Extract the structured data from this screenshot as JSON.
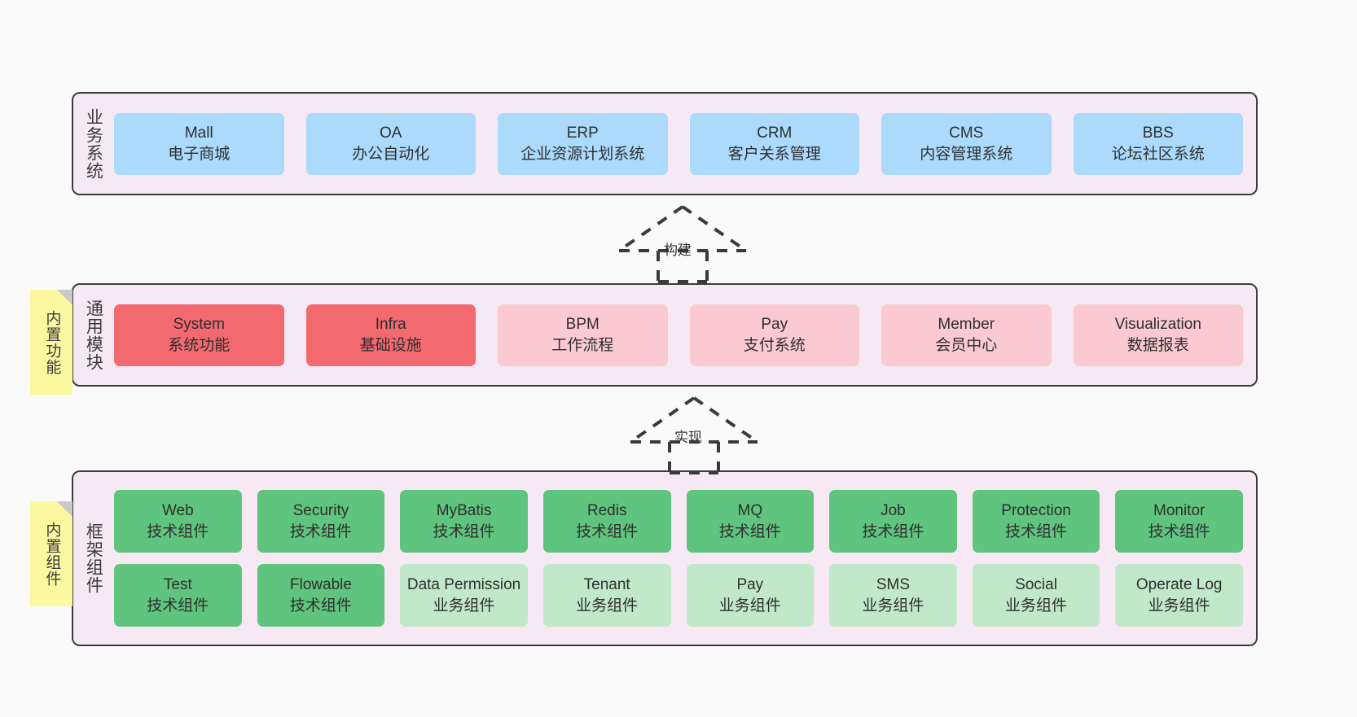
{
  "diagram": {
    "title": "",
    "colors": {
      "panel_bg": "#f7e9f3",
      "panel_border": "#3c3c3c",
      "business": "#abdafc",
      "common_active": "#f2696f",
      "common_inactive": "#fbc9d1",
      "framework_tech": "#5fc47e",
      "framework_biz": "#c0e8c9",
      "note": "#fbf8a0",
      "note_fold": "#c9c9c9",
      "background": "#fafafa"
    }
  },
  "layers": [
    {
      "id": "business",
      "title": "业务系统",
      "rows": [
        {
          "cards": [
            {
              "en": "Mall",
              "cn": "电子商城",
              "style": "c-blue"
            },
            {
              "en": "OA",
              "cn": "办公自动化",
              "style": "c-blue"
            },
            {
              "en": "ERP",
              "cn": "企业资源计划系统",
              "style": "c-blue"
            },
            {
              "en": "CRM",
              "cn": "客户关系管理",
              "style": "c-blue"
            },
            {
              "en": "CMS",
              "cn": "内容管理系统",
              "style": "c-blue"
            },
            {
              "en": "BBS",
              "cn": "论坛社区系统",
              "style": "c-blue"
            }
          ]
        }
      ]
    },
    {
      "id": "common",
      "title": "通用模块",
      "rows": [
        {
          "cards": [
            {
              "en": "System",
              "cn": "系统功能",
              "style": "c-red"
            },
            {
              "en": "Infra",
              "cn": "基础设施",
              "style": "c-red"
            },
            {
              "en": "BPM",
              "cn": "工作流程",
              "style": "c-pink"
            },
            {
              "en": "Pay",
              "cn": "支付系统",
              "style": "c-pink"
            },
            {
              "en": "Member",
              "cn": "会员中心",
              "style": "c-pink"
            },
            {
              "en": "Visualization",
              "cn": "数据报表",
              "style": "c-pink"
            }
          ]
        }
      ]
    },
    {
      "id": "framework",
      "title": "框架组件",
      "rows": [
        {
          "cards": [
            {
              "en": "Web",
              "cn": "技术组件",
              "style": "c-green"
            },
            {
              "en": "Security",
              "cn": "技术组件",
              "style": "c-green"
            },
            {
              "en": "MyBatis",
              "cn": "技术组件",
              "style": "c-green"
            },
            {
              "en": "Redis",
              "cn": "技术组件",
              "style": "c-green"
            },
            {
              "en": "MQ",
              "cn": "技术组件",
              "style": "c-green"
            },
            {
              "en": "Job",
              "cn": "技术组件",
              "style": "c-green"
            },
            {
              "en": "Protection",
              "cn": "技术组件",
              "style": "c-green"
            },
            {
              "en": "Monitor",
              "cn": "技术组件",
              "style": "c-green"
            }
          ]
        },
        {
          "cards": [
            {
              "en": "Test",
              "cn": "技术组件",
              "style": "c-green"
            },
            {
              "en": "Flowable",
              "cn": "技术组件",
              "style": "c-green"
            },
            {
              "en": "Data Permission",
              "cn": "业务组件",
              "style": "c-lightgreen"
            },
            {
              "en": "Tenant",
              "cn": "业务组件",
              "style": "c-lightgreen"
            },
            {
              "en": "Pay",
              "cn": "业务组件",
              "style": "c-lightgreen"
            },
            {
              "en": "SMS",
              "cn": "业务组件",
              "style": "c-lightgreen"
            },
            {
              "en": "Social",
              "cn": "业务组件",
              "style": "c-lightgreen"
            },
            {
              "en": "Operate Log",
              "cn": "业务组件",
              "style": "c-lightgreen"
            }
          ]
        }
      ]
    }
  ],
  "notes": [
    {
      "id": "functions",
      "label": "内置功能"
    },
    {
      "id": "components",
      "label": "内置组件"
    }
  ],
  "connectors": [
    {
      "id": "build",
      "label": "构建",
      "direction": "up",
      "style": "dashed-hollow-arrow"
    },
    {
      "id": "impl",
      "label": "实现",
      "direction": "up",
      "style": "dashed-hollow-arrow"
    }
  ]
}
